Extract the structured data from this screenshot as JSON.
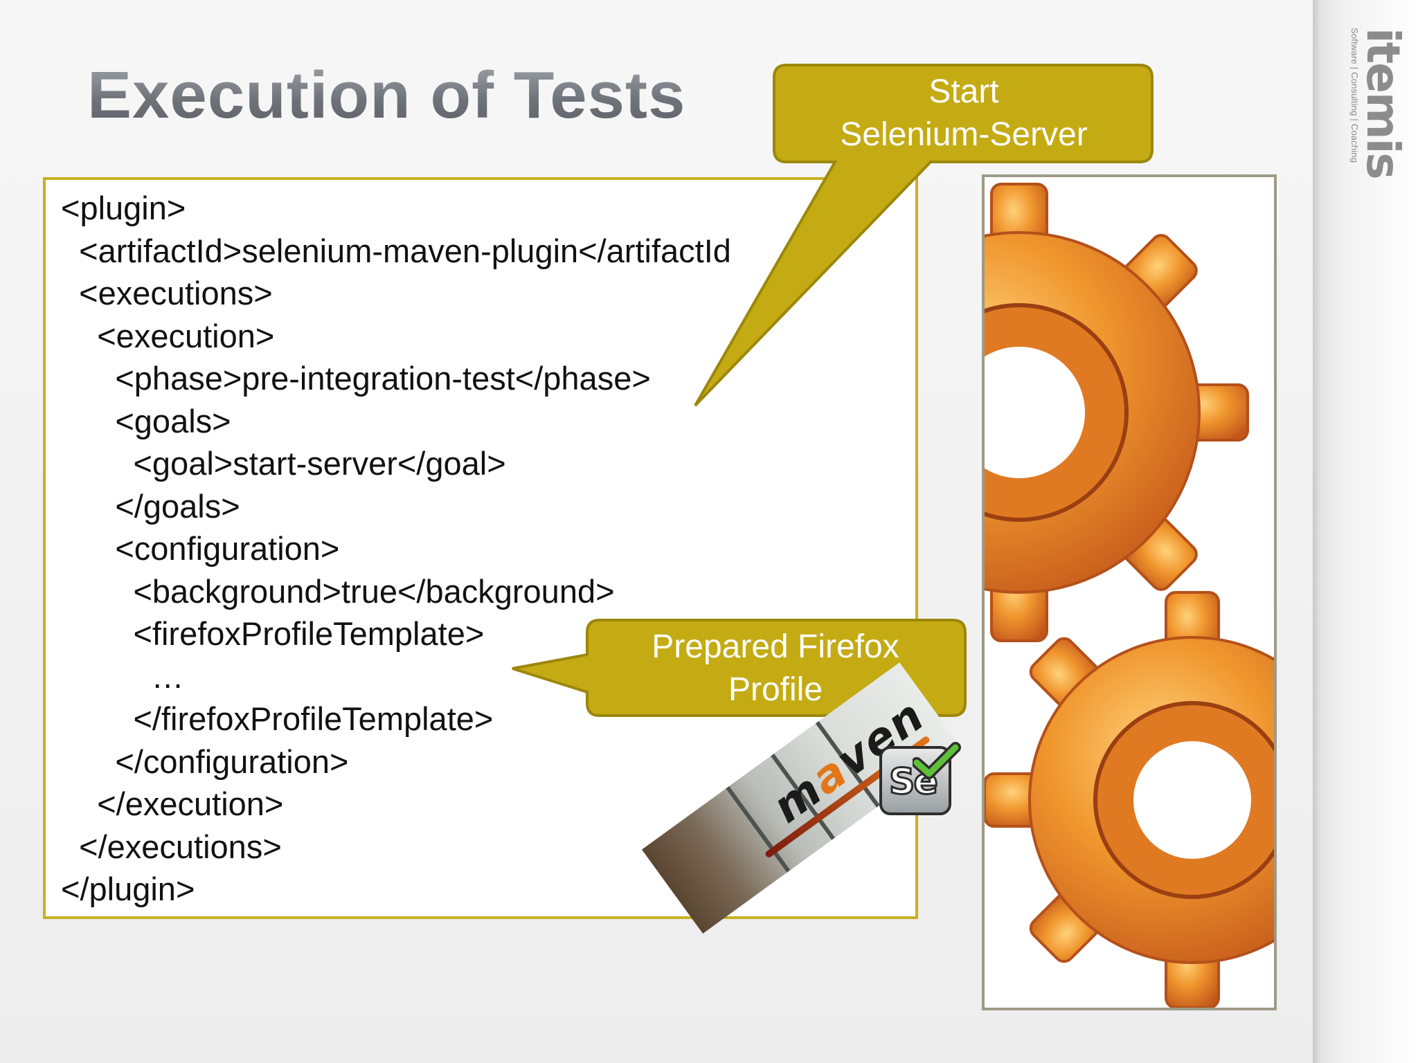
{
  "title": "Execution of Tests",
  "brand": {
    "name": "itemis",
    "tagline": "Software | Consulting | Coaching"
  },
  "code_lines": [
    "<plugin>",
    "  <artifactId>selenium-maven-plugin</artifactId",
    "  <executions>",
    "    <execution>",
    "      <phase>pre-integration-test</phase>",
    "      <goals>",
    "        <goal>start-server</goal>",
    "      </goals>",
    "      <configuration>",
    "        <background>true</background>",
    "        <firefoxProfileTemplate>",
    "          …",
    "        </firefoxProfileTemplate>",
    "      </configuration>",
    "    </execution>",
    "  </executions>",
    "</plugin>"
  ],
  "callouts": {
    "start_server": {
      "line1": "Start",
      "line2": "Selenium-Server"
    },
    "firefox_profile": {
      "line1": "Prepared Firefox",
      "line2": "Profile"
    }
  },
  "logos": {
    "selenium": "Se",
    "maven": "maven"
  },
  "colors": {
    "callout_fill": "#c4ab14",
    "callout_border": "#9c870b",
    "code_border": "#c9b023",
    "gear_orange": "#e8892a",
    "title_gray": "#72767d"
  },
  "icons": {
    "gears": "gears-icon",
    "selenium": "selenium-logo",
    "maven": "maven-logo"
  }
}
